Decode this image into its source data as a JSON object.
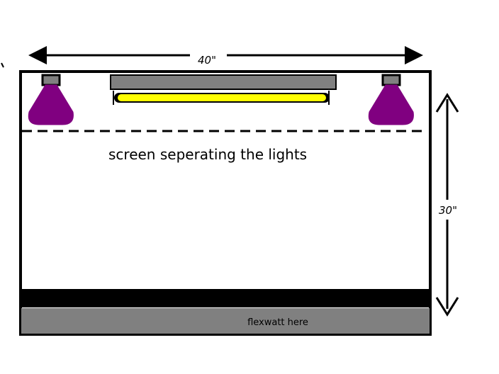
{
  "dimensions": {
    "width_label": "40\"",
    "height_label": "30\""
  },
  "annotations": {
    "screen_label": "screen seperating the lights",
    "flexwatt_label": "flexwatt here"
  },
  "colors": {
    "outline": "#000000",
    "lamp": "#800080",
    "fixture": "#808080",
    "bulb": "#ffff00",
    "heat_mat": "#808080",
    "base_band": "#000000",
    "background": "#ffffff"
  },
  "icons": {
    "left_lamp": "heat-lamp-icon",
    "right_lamp": "heat-lamp-icon",
    "tube_light": "fluorescent-tube-icon"
  }
}
